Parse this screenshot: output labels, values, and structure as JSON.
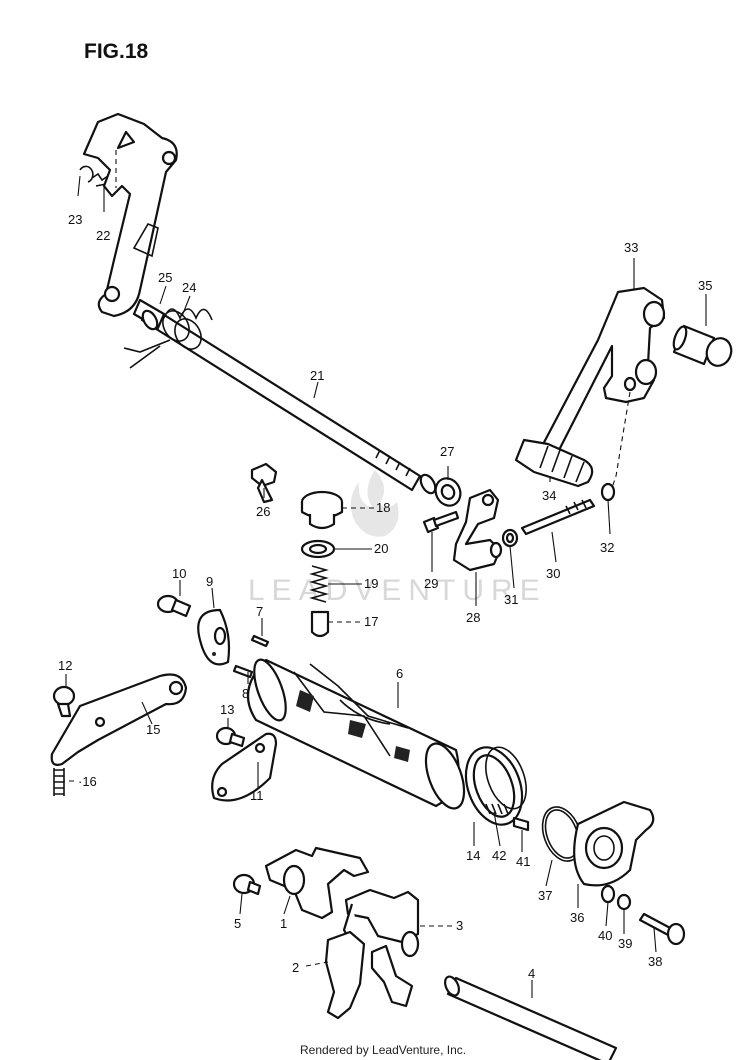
{
  "title": "FIG.18",
  "watermark": "LEADVENTURE",
  "footer": "Rendered by LeadVenture, Inc.",
  "callouts": [
    {
      "id": "23",
      "label": "23"
    },
    {
      "id": "22",
      "label": "22"
    },
    {
      "id": "25",
      "label": "25"
    },
    {
      "id": "24",
      "label": "24"
    },
    {
      "id": "21",
      "label": "21"
    },
    {
      "id": "27",
      "label": "27"
    },
    {
      "id": "26",
      "label": "26"
    },
    {
      "id": "18",
      "label": "18"
    },
    {
      "id": "20",
      "label": "20"
    },
    {
      "id": "19",
      "label": "19"
    },
    {
      "id": "17",
      "label": "17"
    },
    {
      "id": "33",
      "label": "33"
    },
    {
      "id": "35",
      "label": "35"
    },
    {
      "id": "34",
      "label": "34"
    },
    {
      "id": "32",
      "label": "32"
    },
    {
      "id": "30",
      "label": "30"
    },
    {
      "id": "31",
      "label": "31"
    },
    {
      "id": "29",
      "label": "29"
    },
    {
      "id": "28",
      "label": "28"
    },
    {
      "id": "10",
      "label": "10"
    },
    {
      "id": "9",
      "label": "9"
    },
    {
      "id": "7",
      "label": "7"
    },
    {
      "id": "8",
      "label": "8"
    },
    {
      "id": "6",
      "label": "6"
    },
    {
      "id": "12",
      "label": "12"
    },
    {
      "id": "15",
      "label": "15"
    },
    {
      "id": "16",
      "label": "·16"
    },
    {
      "id": "13",
      "label": "13"
    },
    {
      "id": "11",
      "label": "11"
    },
    {
      "id": "14",
      "label": "14"
    },
    {
      "id": "42",
      "label": "42"
    },
    {
      "id": "41",
      "label": "41"
    },
    {
      "id": "37",
      "label": "37"
    },
    {
      "id": "36",
      "label": "36"
    },
    {
      "id": "40",
      "label": "40"
    },
    {
      "id": "39",
      "label": "39"
    },
    {
      "id": "38",
      "label": "38"
    },
    {
      "id": "5",
      "label": "5"
    },
    {
      "id": "1",
      "label": "1"
    },
    {
      "id": "3",
      "label": "3"
    },
    {
      "id": "2",
      "label": "2"
    },
    {
      "id": "4",
      "label": "4"
    }
  ]
}
